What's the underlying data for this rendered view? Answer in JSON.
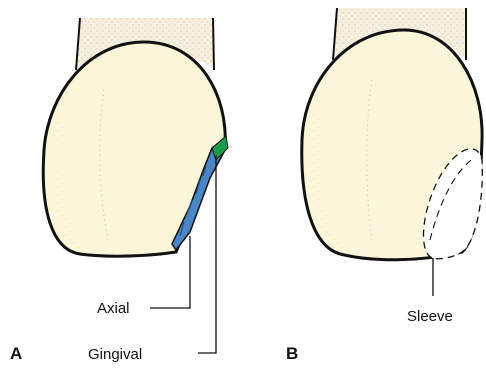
{
  "figure": {
    "panels": [
      {
        "letter": "A",
        "labels": {
          "axial": "Axial",
          "gingival": "Gingival"
        }
      },
      {
        "letter": "B",
        "labels": {
          "sleeve": "Sleeve"
        }
      }
    ]
  },
  "colors": {
    "tooth": "#fbf6d9",
    "root": "#efe2c4",
    "outline": "#111111",
    "axial_wall": "#4a86c5",
    "gingival_wall": "#1a9a4a",
    "sleeve_highlight": "#ffffff"
  }
}
